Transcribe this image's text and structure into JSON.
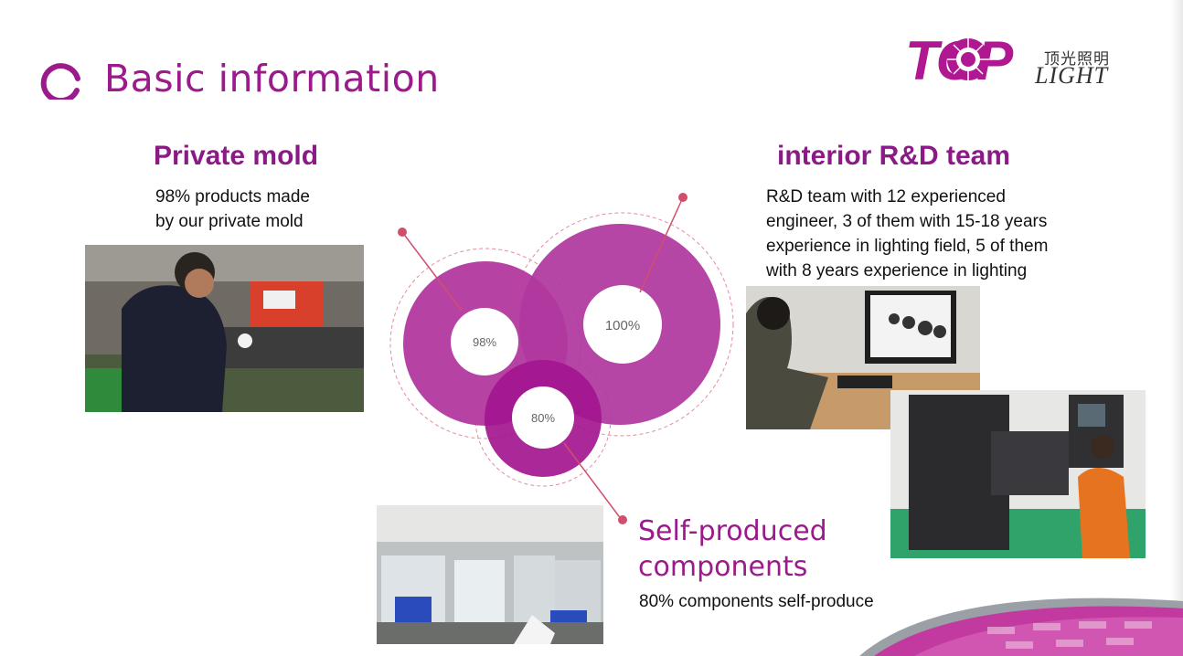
{
  "slide": {
    "title": "Basic information"
  },
  "logo": {
    "brand_top": "TOP",
    "brand_light": "LIGHT",
    "brand_cn": "顶光照明"
  },
  "sections": {
    "private_mold": {
      "heading": "Private mold",
      "line1": "98% products made",
      "line2": "by our private mold"
    },
    "rd_team": {
      "heading": "interior R&D team",
      "line1": "R&D team with 12 experienced",
      "line2": "engineer, 3 of them with 15-18 years",
      "line3": "experience in lighting field, 5 of them",
      "line4": "with 8 years experience in lighting"
    },
    "self_produced": {
      "heading_line1": "Self-produced",
      "heading_line2": "components",
      "line1": "80% components self-produce"
    }
  },
  "chart_data": {
    "type": "bubble",
    "series": [
      {
        "label": "98%",
        "value": 98,
        "color": "#b2399f"
      },
      {
        "label": "100%",
        "value": 100,
        "color": "#b2399f"
      },
      {
        "label": "80%",
        "value": 80,
        "color": "#a3168f"
      }
    ]
  },
  "colors": {
    "accent": "#9b1a8c",
    "bubble": "#b2399f",
    "bubble_dark": "#a3168f",
    "pointer": "#d0506b"
  }
}
